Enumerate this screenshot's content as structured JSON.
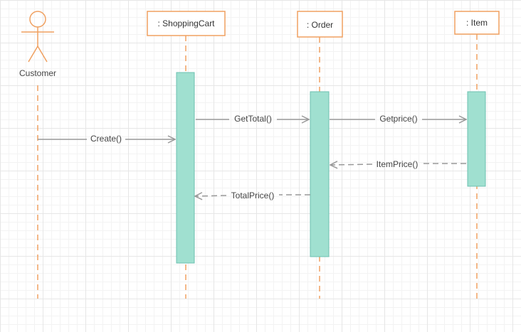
{
  "colors": {
    "lifeline": "#f0a060",
    "activation_fill": "#a0e0d0",
    "activation_stroke": "#6cc0b0",
    "message": "#999999",
    "text": "#444444"
  },
  "actor": {
    "name": "Customer",
    "icon": "stick-figure-icon"
  },
  "objects": {
    "shopping_cart": ": ShoppingCart",
    "order": ": Order",
    "item": ": Item"
  },
  "messages": {
    "create": "Create()",
    "get_total": "GetTotal()",
    "get_price": "Getprice()",
    "item_price": "ItemPrice()",
    "total_price": "TotalPrice()"
  }
}
